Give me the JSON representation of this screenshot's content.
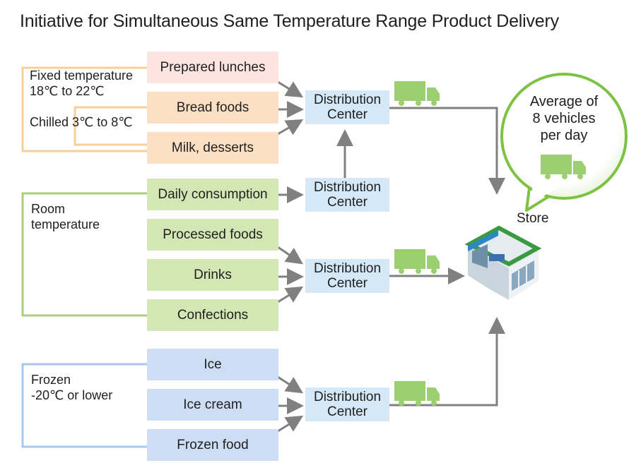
{
  "title": "Initiative for Simultaneous Same Temperature Range Product Delivery",
  "groups": {
    "fixed": {
      "label_line1": "Fixed temperature",
      "label_line2": "18℃ to 22℃",
      "chilled_label": "Chilled 3℃  to  8℃"
    },
    "room": {
      "label_line1": "Room",
      "label_line2": "temperature"
    },
    "frozen": {
      "label_line1": "Frozen",
      "label_line2": "-20℃ or lower"
    }
  },
  "products": {
    "prepared_lunches": "Prepared lunches",
    "bread_foods": "Bread foods",
    "milk_desserts": "Milk, desserts",
    "daily_consumption": "Daily consumption",
    "processed_foods": "Processed foods",
    "drinks": "Drinks",
    "confections": "Confections",
    "ice": "Ice",
    "ice_cream": "Ice cream",
    "frozen_food": "Frozen food"
  },
  "distribution_center": {
    "line1": "Distribution",
    "line2": "Center"
  },
  "store_label": "Store",
  "bubble": {
    "line1": "Average of",
    "line2": "8 vehicles",
    "line3": "per day"
  },
  "colors": {
    "fixed_line": "#f7cf9a",
    "room_line": "#a9cf7c",
    "frozen_line": "#a9c7ea",
    "arrow": "#808080",
    "truck": "#9bcf6f",
    "bubble_border": "#7dc242"
  },
  "icons": [
    "truck-icon",
    "store-building-icon",
    "speech-bubble-icon"
  ]
}
